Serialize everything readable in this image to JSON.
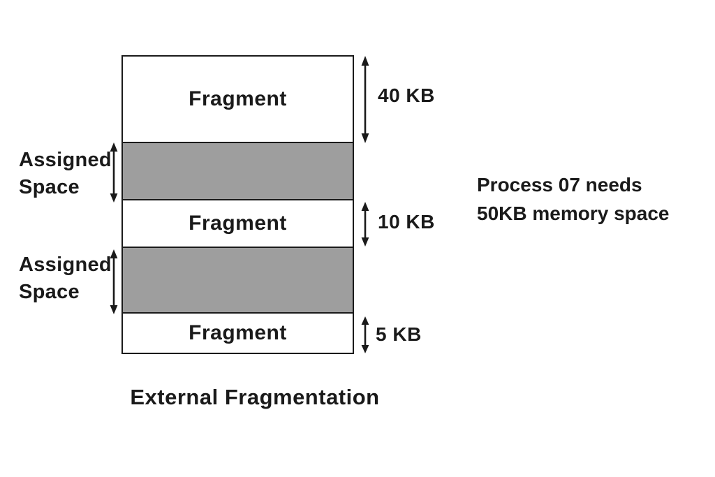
{
  "diagram": {
    "title": "External Fragmentation",
    "memory_box": {
      "segments": [
        {
          "type": "fragment",
          "label": "Fragment",
          "size": "40 KB"
        },
        {
          "type": "assigned",
          "label": "Assigned Space",
          "size": null
        },
        {
          "type": "fragment",
          "label": "Fragment",
          "size": "10 KB"
        },
        {
          "type": "assigned",
          "label": "Assigned Space",
          "size": null
        },
        {
          "type": "fragment",
          "label": "Fragment",
          "size": "5 KB"
        }
      ]
    },
    "left_labels": [
      {
        "line1": "Assigned",
        "line2": "Space"
      },
      {
        "line1": "Assigned",
        "line2": "Space"
      }
    ],
    "size_labels": [
      "40 KB",
      "10 KB",
      "5 KB"
    ],
    "note": {
      "line1": "Process 07 needs",
      "line2": "50KB memory space"
    },
    "colors": {
      "assigned_fill": "#9e9e9e",
      "fragment_fill": "#ffffff",
      "line": "#1a1a1a",
      "text": "#1a1a1a",
      "background": "#ffffff"
    }
  }
}
